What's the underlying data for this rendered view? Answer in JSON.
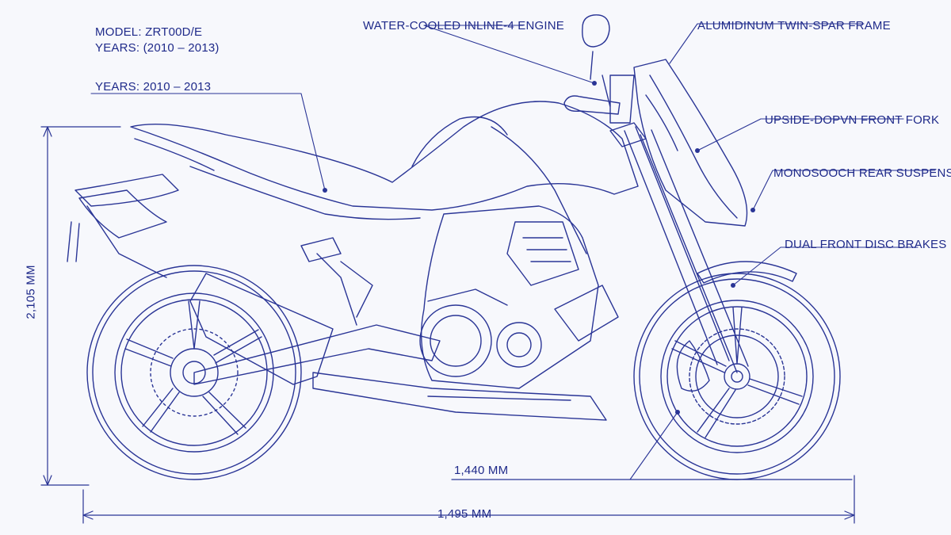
{
  "model_info": {
    "model": "MODEL: ZRT00D/E",
    "years_parenthetical": "YEARS: (2010 – 2013)",
    "years": "YEARS: 2010 – 2013"
  },
  "callouts": {
    "engine": "WATER-COOLED INLINE-4 ENGINE",
    "frame": "ALUMIDINUM TWIN-SPAR FRAME",
    "fork": "UPSIDE-DOPVN FRONT FORK",
    "rear_suspension": "MONOSOOCH REAR SUSPENSION",
    "brakes": "DUAL FRONT DISC BRAKES"
  },
  "dimensions": {
    "height": "2,105 MM",
    "wheelbase": "1,440 MM",
    "length": "1,495 MM"
  },
  "colors": {
    "line": "#2a3596",
    "background": "#f7f8fc"
  }
}
